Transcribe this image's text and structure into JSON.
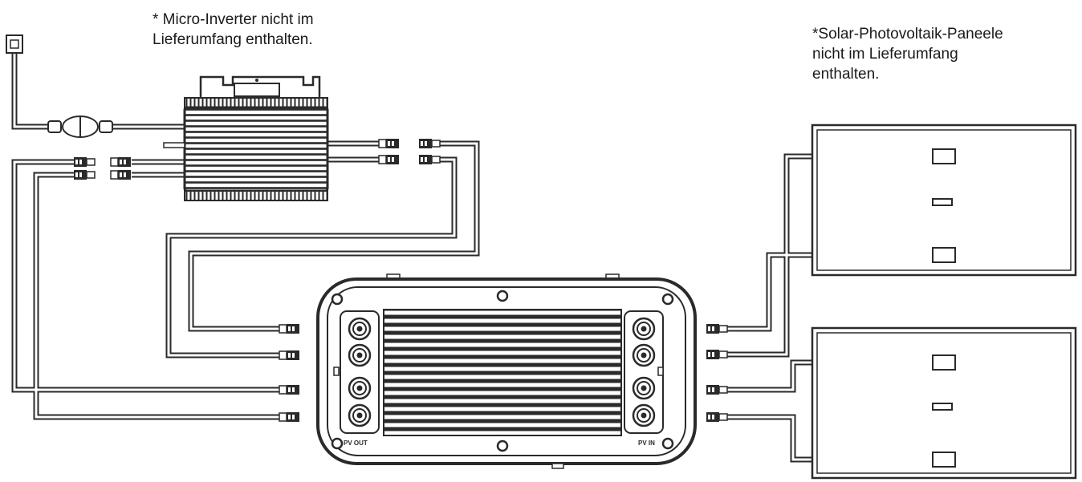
{
  "notes": {
    "inverter": {
      "line1": "* Micro-Inverter nicht im",
      "line2": "Lieferumfang enthalten."
    },
    "panels": {
      "line1": "*Solar-Photovoltaik-Paneele",
      "line2": "nicht im Lieferumfang",
      "line3": "enthalten."
    }
  },
  "storage_unit": {
    "left_port_label": "PV OUT",
    "right_port_label": "PV IN"
  },
  "colors": {
    "stroke": "#2a2a2a",
    "body_fill": "#f2f2f2",
    "background": "#ffffff"
  }
}
